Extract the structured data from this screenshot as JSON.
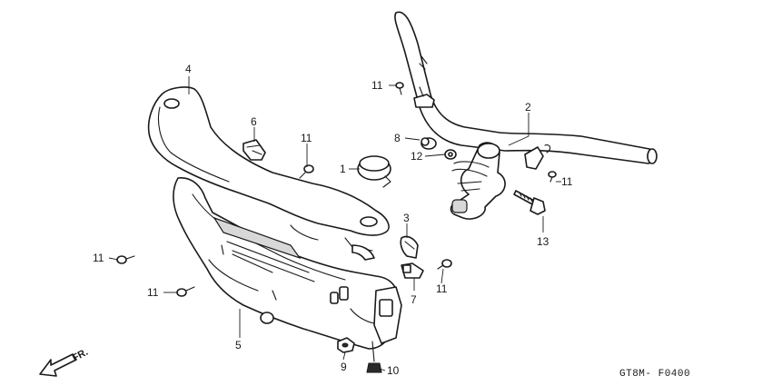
{
  "callouts": {
    "c1": "1",
    "c2": "2",
    "c3": "3",
    "c4": "4",
    "c5": "5",
    "c6": "6",
    "c7": "7",
    "c8": "8",
    "c9": "9",
    "c10": "10",
    "c11a": "11",
    "c11b": "11",
    "c11c": "11",
    "c11d": "11",
    "c11e": "11",
    "c11f": "11",
    "c12": "12",
    "c13": "13"
  },
  "direction_label": "FR.",
  "diagram_code": "GT8M- F0400"
}
